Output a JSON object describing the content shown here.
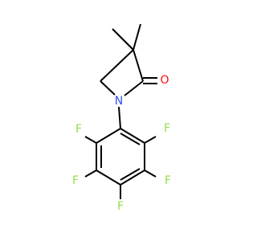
{
  "molecule": {
    "atoms": {
      "oxygen": {
        "symbol": "O",
        "color": "#ff0d0d"
      },
      "nitrogen": {
        "symbol": "N",
        "color": "#3050f8"
      },
      "fluorine_ortho_left": {
        "symbol": "F",
        "color": "#90e050"
      },
      "fluorine_ortho_right": {
        "symbol": "F",
        "color": "#90e050"
      },
      "fluorine_meta_left": {
        "symbol": "F",
        "color": "#90e050"
      },
      "fluorine_meta_right": {
        "symbol": "F",
        "color": "#90e050"
      },
      "fluorine_para": {
        "symbol": "F",
        "color": "#90e050"
      }
    }
  }
}
